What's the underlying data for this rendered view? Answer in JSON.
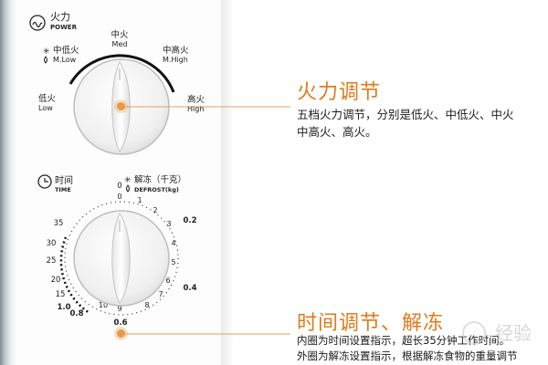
{
  "power": {
    "header_cn": "火力",
    "header_en": "POWER",
    "labels": {
      "low_cn": "低火",
      "low_en": "Low",
      "mlow_cn": "中低火",
      "mlow_en": "M.Low",
      "med_cn": "中火",
      "med_en": "Med",
      "mhigh_cn": "中高火",
      "mhigh_en": "M.High",
      "high_cn": "高火",
      "high_en": "High"
    }
  },
  "timer": {
    "time_cn": "时间",
    "time_en": "TIME",
    "defrost_cn": "解冻（千克）",
    "defrost_en": "DEFROST(kg)",
    "outer_ticks": [
      "35",
      "30",
      "25",
      "20",
      "15",
      "1.0",
      "0.8",
      "0.6",
      "0.4",
      "0.2",
      "0"
    ],
    "inner_ticks": [
      "0",
      "1",
      "2",
      "3",
      "4",
      "5",
      "6",
      "7",
      "8",
      "9",
      "10"
    ]
  },
  "callouts": {
    "power": {
      "title": "火力调节",
      "line1": "五档火力调节，分别是低火、中低火、中火",
      "line2": "中高火、高火。"
    },
    "timer": {
      "title": "时间调节、解冻",
      "line1": "内圈为时间设置指示，超长35分钟工作时间。",
      "line2": "外圈为解冻设置指示，根据解冻食物的重量调节"
    }
  },
  "watermark": "经验",
  "colors": {
    "accent": "#e07a1a",
    "dot": "#e69a45"
  }
}
